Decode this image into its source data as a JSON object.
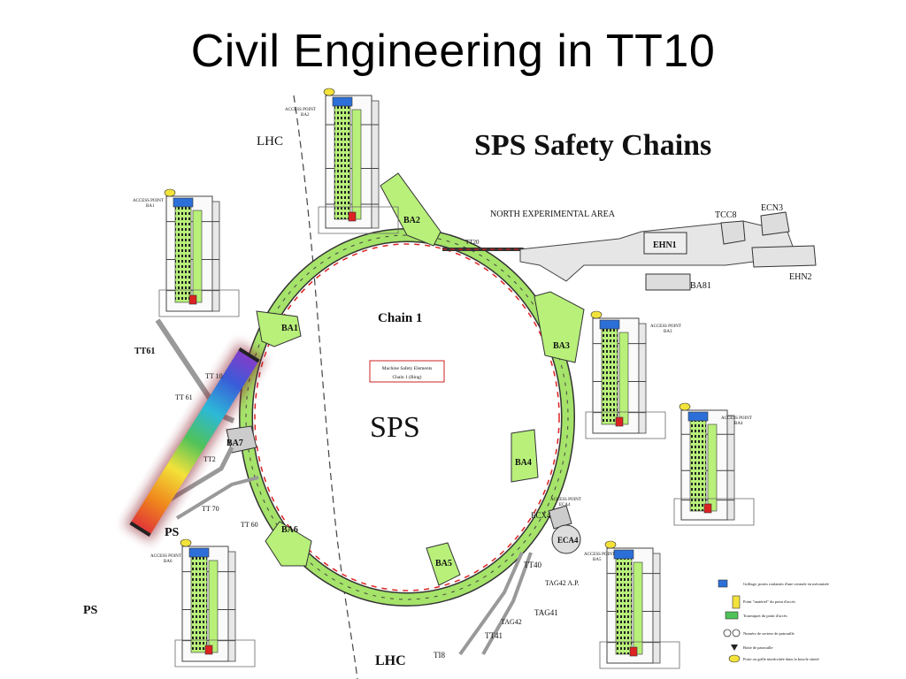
{
  "slide": {
    "title": "Civil Engineering in TT10"
  },
  "diagram": {
    "heading": "SPS Safety Chains",
    "ring_name": "SPS",
    "chain_name": "Chain 1",
    "box_text": [
      "Machine Safety Elements",
      "Chain 1 (Ring)"
    ],
    "labels": {
      "lhc_top": "LHC",
      "lhc_bottom": "LHC",
      "north_area": "NORTH EXPERIMENTAL AREA",
      "ehn1": "EHN1",
      "ehn2": "EHN2",
      "tcc8": "TCC8",
      "ecn3": "ECN3",
      "ba81": "BA81",
      "tt20": "TT20",
      "ba1": "BA1",
      "ba2": "BA2",
      "ba3": "BA3",
      "ba4": "BA4",
      "ba5": "BA5",
      "ba6": "BA6",
      "ba7": "BA7",
      "ecx4": "ECX4",
      "eca4": "ECA4",
      "tt10": "TT 10",
      "tt61a": "TT61",
      "tt61b": "TT 61",
      "tt2": "TT2",
      "tt70": "TT 70",
      "tt60": "TT 60",
      "tt40": "TT40",
      "tt41": "TT41",
      "tag41": "TAG41",
      "tag42": "TAG42",
      "tag42ap": "TAG42 A.P.",
      "ti8": "TI8",
      "ps_a": "PS",
      "ps_b": "PS",
      "acc_ba2": [
        "ACCESS POINT",
        "BA2"
      ],
      "acc_ba1": [
        "ACCESS POINT",
        "BA1"
      ],
      "acc_ba3": [
        "ACCESS POINT",
        "BA3"
      ],
      "acc_ba4": [
        "ACCESS POINT",
        "BA4"
      ],
      "acc_ba5": [
        "ACCESS POINT",
        "BA5"
      ],
      "acc_ba6": [
        "ACCESS POINT",
        "BA6"
      ],
      "acc_eca4": [
        "ACCESS POINT",
        "ECA4"
      ]
    },
    "legend": [
      "Grillage, portes roulantes d'une centrale en mécanisée",
      "Point \"matériel\" du point d'accès",
      "Tourniquet du point d'accès",
      "Numéro de secteur de patrouille",
      "Boite de patrouille",
      "Porte ou grille interlockée dans la boucle sûreté"
    ],
    "colors": {
      "ring": "#a6e36a",
      "building": "#b8f07a",
      "outline": "#333333",
      "rainbow_tube": "rainbow"
    }
  }
}
